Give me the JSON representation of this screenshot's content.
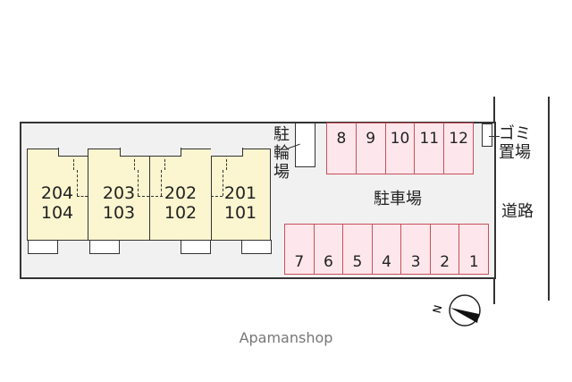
{
  "units": [
    {
      "upper": "204",
      "lower": "104"
    },
    {
      "upper": "203",
      "lower": "103"
    },
    {
      "upper": "202",
      "lower": "102"
    },
    {
      "upper": "201",
      "lower": "101"
    }
  ],
  "bicycle_parking": {
    "chars": [
      "駐",
      "輪",
      "場"
    ]
  },
  "parking_top": [
    "8",
    "9",
    "10",
    "11",
    "12"
  ],
  "parking_bottom": [
    "7",
    "6",
    "5",
    "4",
    "3",
    "2",
    "1"
  ],
  "parking_label": "駐車場",
  "garbage": {
    "line1": "ゴミ",
    "line2": "置場"
  },
  "road_label": "道路",
  "compass": {
    "north_label": "N"
  },
  "watermark": "Apamanshop",
  "colors": {
    "parking_fill": "#fde7ec",
    "parking_border": "#c8505a",
    "unit_fill": "#fbf6cf"
  }
}
